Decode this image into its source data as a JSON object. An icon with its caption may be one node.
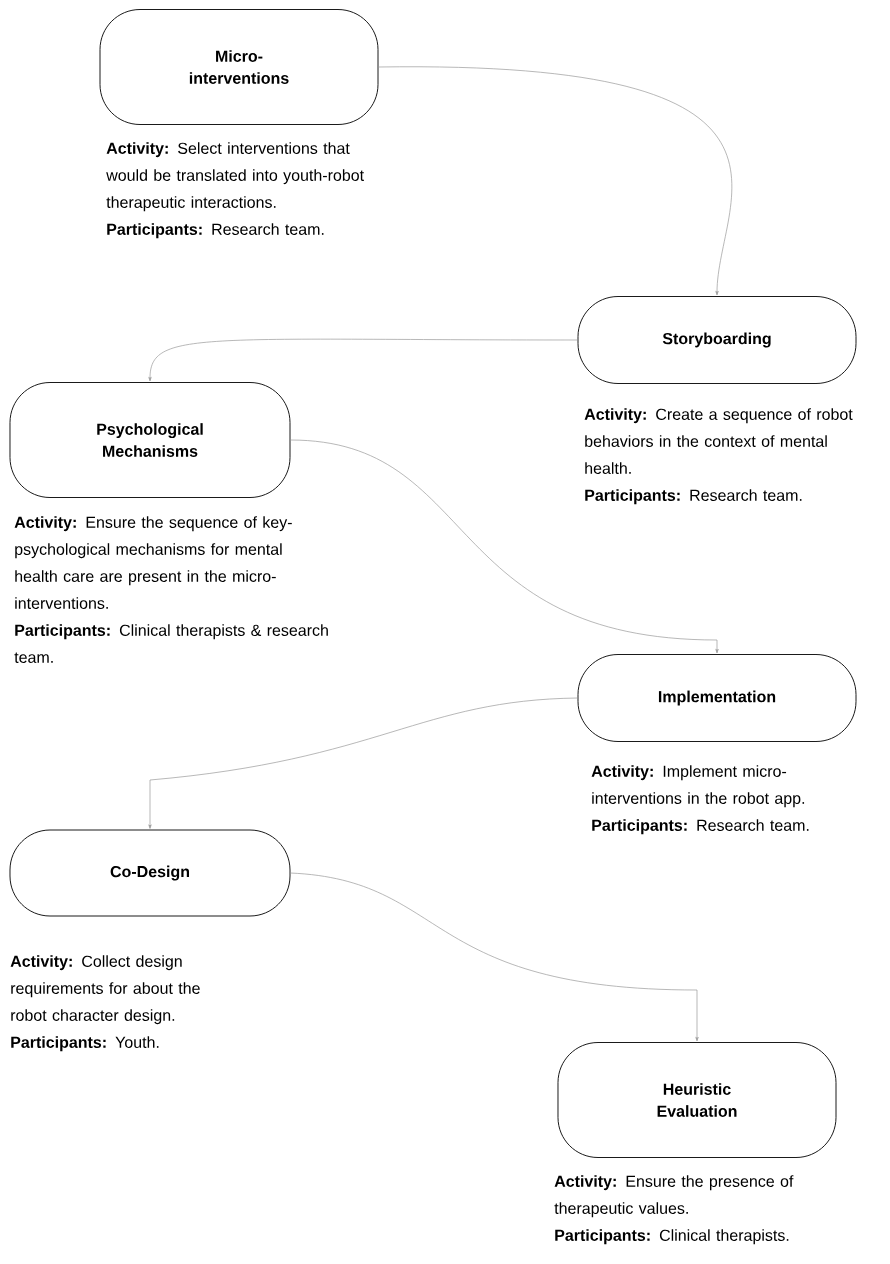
{
  "diagram": {
    "nodes": [
      {
        "text": [
          "Micro-interventions"
        ],
        "beside": [
          "**Activity:** Select interventions that would be translated into youth-robot therapeutic interactions.",
          "**Participants:** Research team."
        ]
      },
      {
        "text": [
          "Storyboarding"
        ],
        "beside": [
          "**Activity:** Create a sequence of robot behaviors in the context of mental health.",
          "**Participants:** Research team."
        ]
      },
      {
        "text": [
          "Psychological Mechanisms"
        ],
        "beside": [
          "**Activity:** Ensure the sequence of key-psychological mechanisms for mental health care are present in the micro-interventions.",
          "**Participants:** Clinical therapists & research team."
        ]
      },
      {
        "text": [
          "Implementation"
        ],
        "beside": [
          "**Activity:** Implement micro-interventions in the robot app.",
          "**Participants:** Research team."
        ]
      },
      {
        "text": [
          "Co-Design"
        ],
        "beside": [
          "**Activity:** Collect design requirements for about the robot character design.",
          "**Participants:** Youth."
        ]
      },
      {
        "text": [
          "Heuristic Evaluation"
        ],
        "beside": [
          "**Activity:** Ensure the presence of therapeutic values.",
          "**Participants:** Clinical therapists."
        ]
      }
    ],
    "edges": [
      {
        "from": 0,
        "to": 1,
        "arrow": "to"
      },
      {
        "from": 1,
        "to": 2,
        "arrow": "to"
      },
      {
        "from": 2,
        "to": 3,
        "arrow": "to"
      },
      {
        "from": 3,
        "to": 4,
        "arrow": "to"
      },
      {
        "from": 4,
        "to": 5,
        "arrow": "to"
      }
    ]
  }
}
